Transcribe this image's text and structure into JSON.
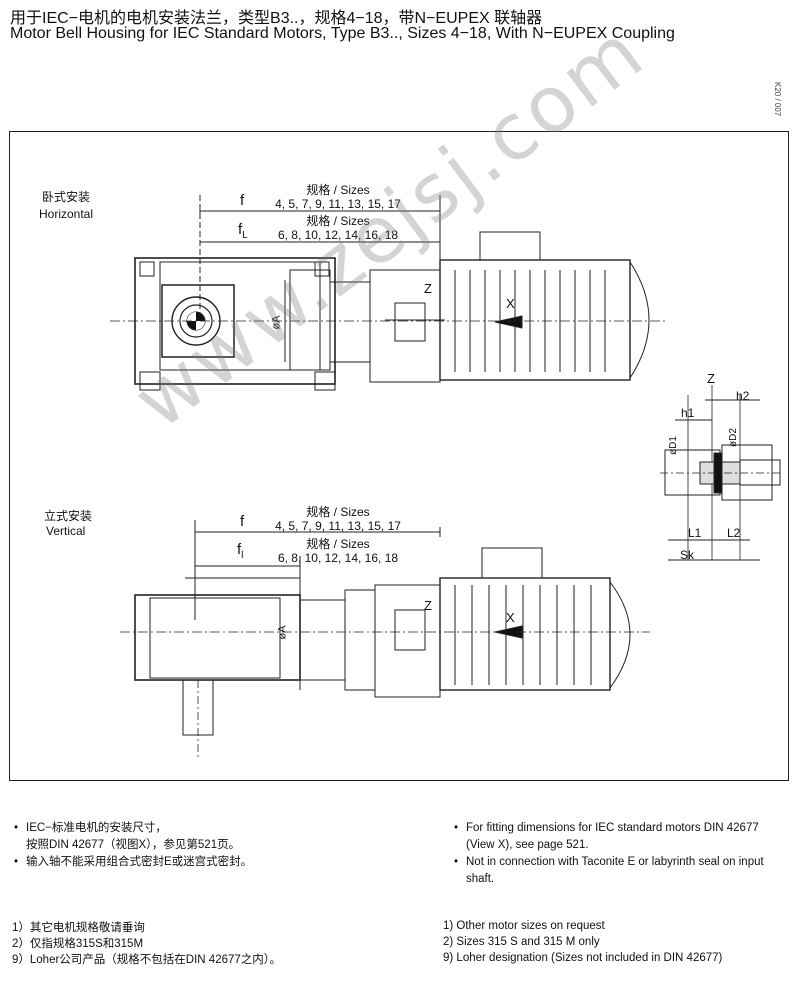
{
  "header": {
    "title_zh": "用于IEC−电机的电机安装法兰，类型B3..，规格4−18，带N−EUPEX 联轴器",
    "title_en": "Motor Bell Housing for IEC Standard Motors, Type B3.., Sizes 4−18, With N−EUPEX Coupling",
    "side_code": "K20 / 007"
  },
  "horizontal": {
    "label_zh": "卧式安装",
    "label_en": "Horizontal",
    "dim_f": "f",
    "dim_fl": "f",
    "dim_fl_sub": "L",
    "sizes_label_1": "规格 / Sizes",
    "sizes_values_1": "4, 5, 7, 9, 11, 13, 15, 17",
    "sizes_label_2": "规格 / Sizes",
    "sizes_values_2": "6, 8, 10, 12, 14, 16, 18",
    "dim_a": "øA",
    "view_x": "X",
    "view_z": "Z"
  },
  "vertical": {
    "label_zh": "立式安装",
    "label_en": "Vertical",
    "dim_f": "f",
    "dim_fl": "f",
    "dim_fl_sub": "l",
    "sizes_label_1": "规格 / Sizes",
    "sizes_values_1": "4, 5, 7, 9, 11, 13, 15, 17",
    "sizes_label_2": "规格 / Sizes",
    "sizes_values_2": "6, 8, 10, 12, 14, 16, 18",
    "dim_a": "øA",
    "view_x": "X",
    "view_z": "Z"
  },
  "detail": {
    "z": "Z",
    "h1": "h1",
    "h2": "h2",
    "d1": "øD1",
    "d2": "øD2",
    "l1": "L1",
    "l2": "L2",
    "sk": "Sk"
  },
  "notes_zh": [
    "IEC−标准电机的安装尺寸，",
    "按照DIN 42677（视图X），参见第521页。",
    "输入轴不能采用组合式密封E或迷宫式密封。"
  ],
  "notes_en": [
    "For fitting dimensions for IEC standard motors DIN 42677",
    "(View X), see page 521.",
    "Not in connection with Taconite E or labyrinth seal on input",
    "shaft."
  ],
  "footnotes_zh": [
    "1）其它电机规格敬请垂询",
    "2）仅指规格315S和315M",
    "9）Loher公司产品（规格不包括在DIN 42677之内）。"
  ],
  "footnotes_en": [
    "1) Other motor sizes on request",
    "2) Sizes 315 S and 315 M only",
    "9) Loher designation (Sizes not included in DIN 42677)"
  ],
  "watermark": "www.zejsj.com"
}
